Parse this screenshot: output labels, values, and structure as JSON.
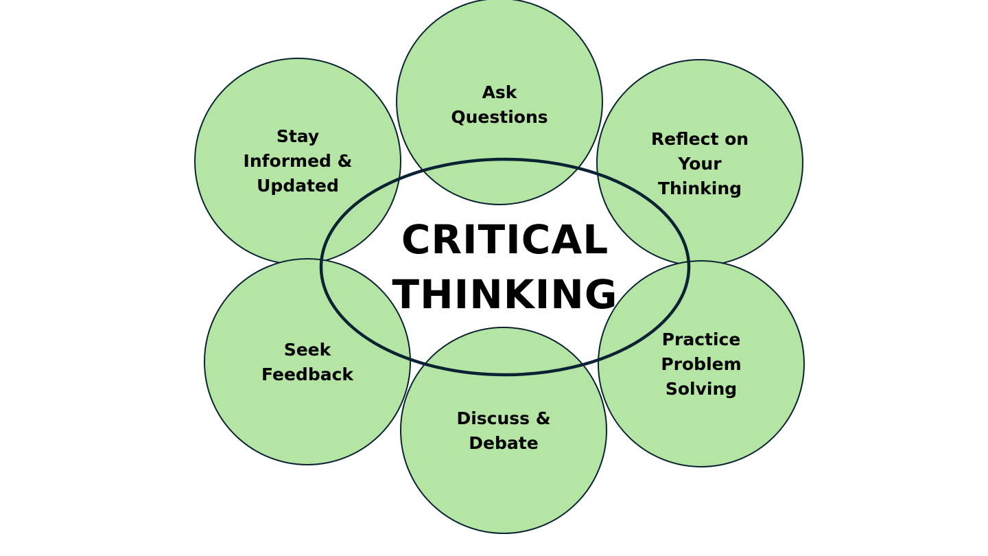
{
  "center": {
    "line1": "CRITICAL",
    "line2": "THINKING"
  },
  "nodes": [
    {
      "id": "ask-questions",
      "label": "Ask\nQuestions"
    },
    {
      "id": "stay-informed",
      "label": "Stay\nInformed &\nUpdated"
    },
    {
      "id": "reflect",
      "label": "Reflect on\nYour\nThinking"
    },
    {
      "id": "seek-feedback",
      "label": "Seek\nFeedback"
    },
    {
      "id": "practice",
      "label": "Practice\nProblem\nSolving"
    },
    {
      "id": "discuss",
      "label": "Discuss &\nDebate"
    }
  ],
  "colors": {
    "fill": "#b5e5a5",
    "stroke": "#0b2233"
  }
}
